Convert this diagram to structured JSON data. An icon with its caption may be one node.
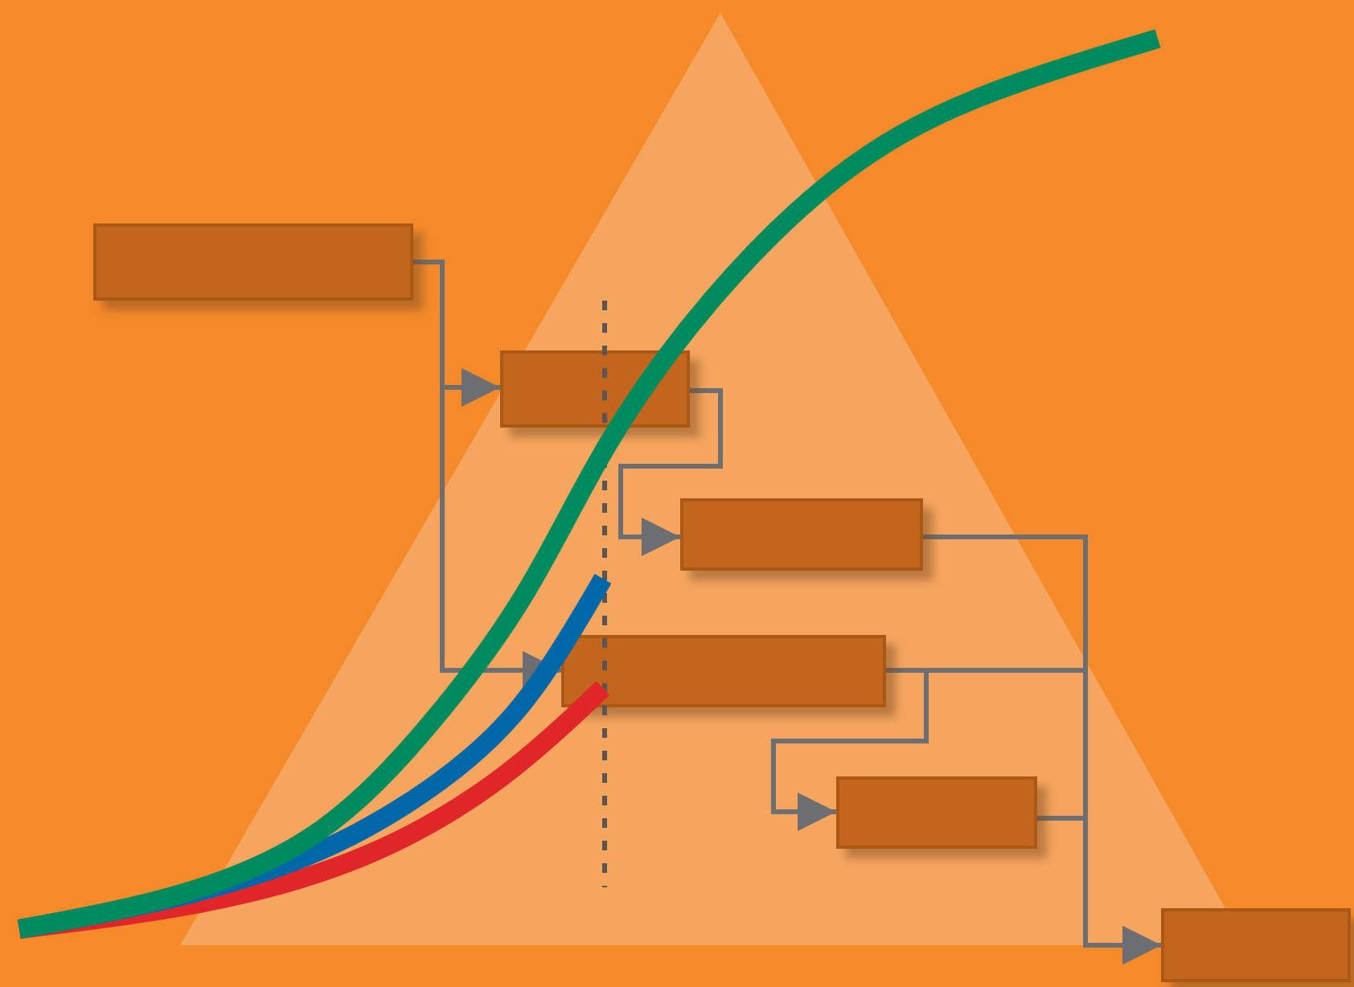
{
  "diagram": {
    "nodes": [
      {
        "text": [],
        "shape": "box"
      },
      {
        "text": [],
        "shape": "box"
      },
      {
        "text": [],
        "shape": "box"
      },
      {
        "text": [],
        "shape": "box"
      },
      {
        "text": [],
        "shape": "box"
      },
      {
        "text": [],
        "shape": "box"
      }
    ],
    "edges": [
      {
        "from": 0,
        "to": 1,
        "arrow": "to"
      },
      {
        "from": 0,
        "to": 3,
        "arrow": "to"
      },
      {
        "from": 1,
        "to": 2,
        "arrow": "to"
      },
      {
        "from": 2,
        "to": 5,
        "arrow": "to"
      },
      {
        "from": 3,
        "to": 5,
        "arrow": "to"
      },
      {
        "from": 3,
        "to": 4,
        "arrow": "to"
      },
      {
        "from": 4,
        "to": 5,
        "arrow": "to"
      }
    ]
  }
}
